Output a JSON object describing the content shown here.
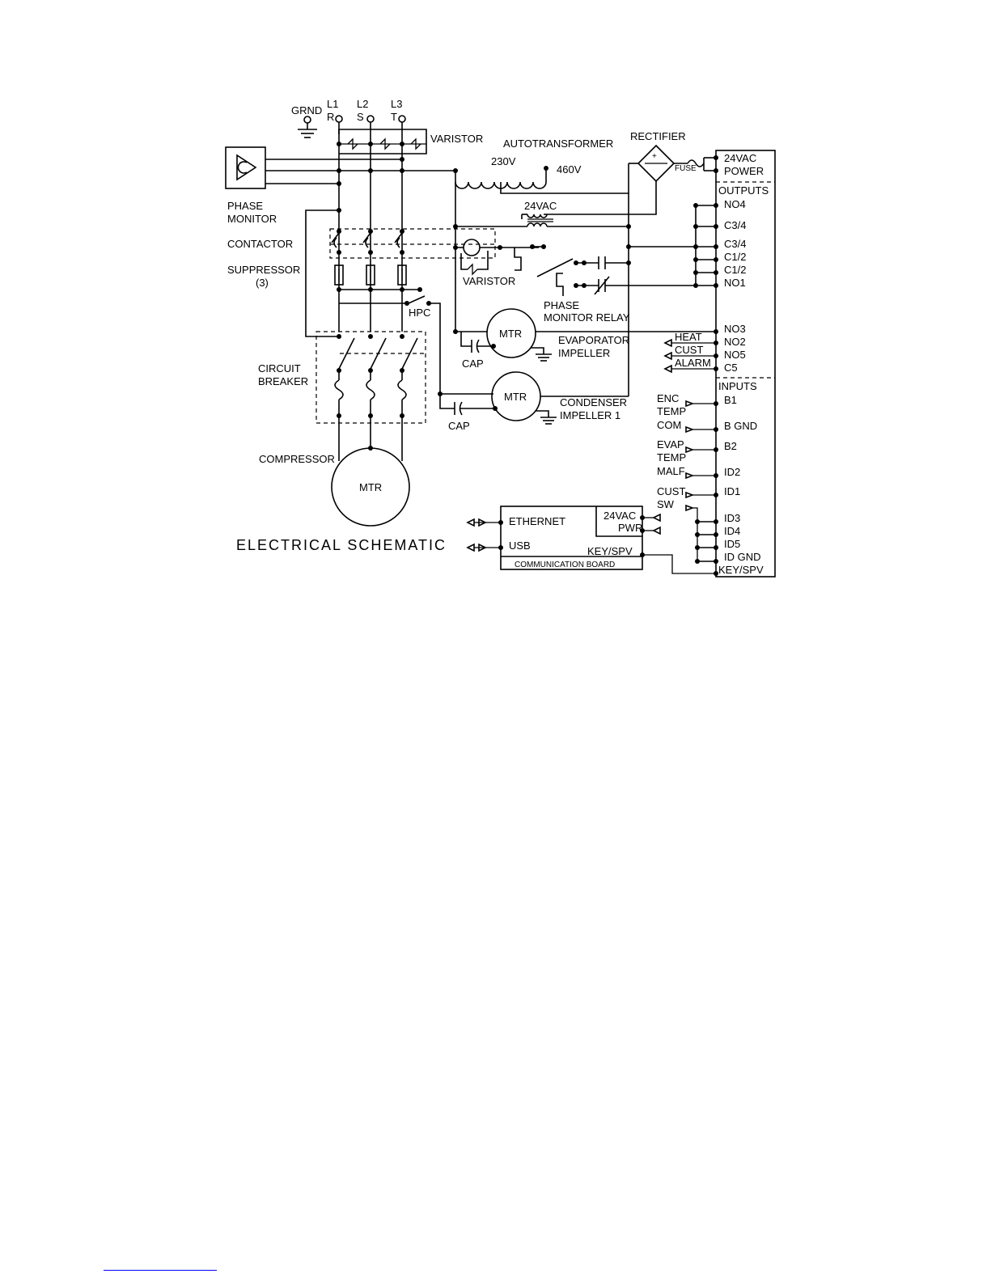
{
  "diagram": {
    "title": "ELECTRICAL SCHEMATIC",
    "supply": {
      "ground": "GRND",
      "l1_top": "L1",
      "l1_bottom": "R",
      "l2_top": "L2",
      "l2_bottom": "S",
      "l3_top": "L3",
      "l3_bottom": "T"
    },
    "left_labels": {
      "phase": "PHASE",
      "monitor": "MONITOR",
      "contactor": "CONTACTOR",
      "suppressor": "SUPPRESSOR",
      "suppressor_count": "(3)",
      "circuit": "CIRCUIT",
      "breaker": "BREAKER",
      "compressor": "COMPRESSOR"
    },
    "components": {
      "varistor_top": "VARISTOR",
      "autotransformer": "AUTOTRANSFORMER",
      "tap_230": "230V",
      "tap_460": "460V",
      "rectifier": "RECTIFIER",
      "fuse": "FUSE",
      "transformer_24": "24VAC",
      "varistor_mid": "VARISTOR",
      "phase_relay_1": "PHASE",
      "phase_relay_2": "MONITOR RELAY",
      "hpc": "HPC",
      "mtr": "MTR",
      "cap": "CAP",
      "evap_1": "EVAPORATOR",
      "evap_2": "IMPELLER",
      "cond_1": "CONDENSER",
      "cond_2": "IMPELLER  1"
    },
    "controller": {
      "power_1": "24VAC",
      "power_2": "POWER",
      "outputs": "OUTPUTS",
      "no4": "NO4",
      "c34a": "C3/4",
      "c34b": "C3/4",
      "c12a": "C1/2",
      "c12b": "C1/2",
      "no1": "NO1",
      "no3": "NO3",
      "no2": "NO2",
      "no5": "NO5",
      "c5": "C5",
      "inputs": "INPUTS",
      "b1": "B1",
      "bgnd": "B  GND",
      "b2": "B2",
      "id2": "ID2",
      "id1": "ID1",
      "id3": "ID3",
      "id4": "ID4",
      "id5": "ID5",
      "idgnd": "ID  GND",
      "keyspv": "KEY/SPV"
    },
    "signals": {
      "heat": "HEAT",
      "cust": "CUST",
      "alarm": "ALARM",
      "enc": "ENC",
      "temp1": "TEMP",
      "com": "COM",
      "evap": "EVAP",
      "temp2": "TEMP",
      "malf": "MALF",
      "cust_sw_1": "CUST",
      "cust_sw_2": "SW"
    },
    "comm_board": {
      "ethernet": "ETHERNET",
      "usb": "USB",
      "pwr_1": "24VAC",
      "pwr_2": "PWR",
      "keyspv": "KEY/SPV",
      "name": "COMMUNICATION BOARD"
    }
  }
}
